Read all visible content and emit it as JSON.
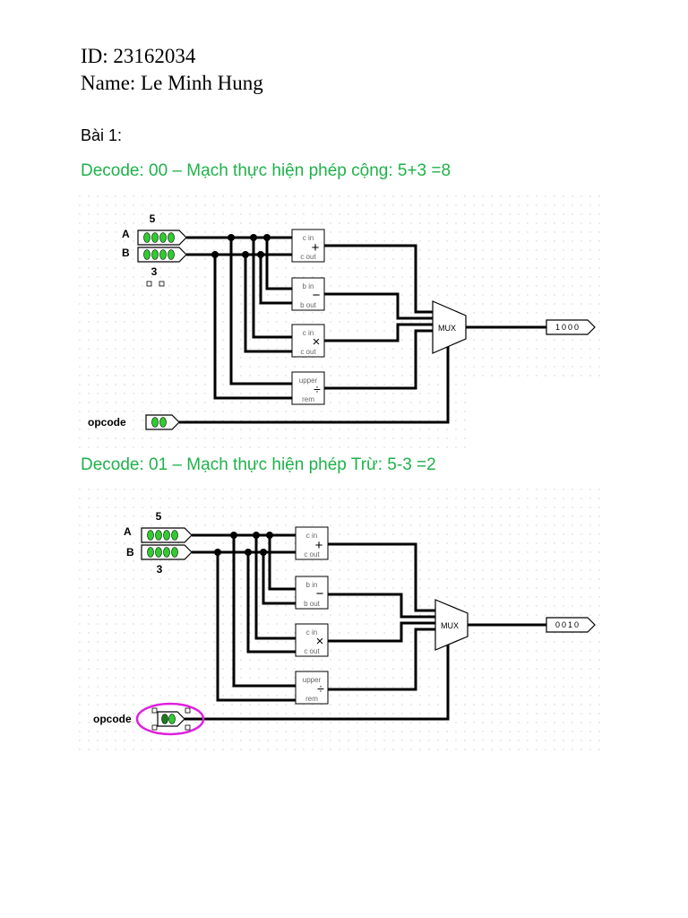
{
  "header": {
    "id_line": "ID: 23162034",
    "name_line": "Name: Le Minh Hung"
  },
  "exercise_title": "Bài 1:",
  "sections": [
    {
      "heading": "Decode: 00 – Mạch thực hiện phép cộng: 5+3 =8",
      "circuit": {
        "input_a_label": "A",
        "input_b_label": "B",
        "input_a_value": "5",
        "input_b_value": "3",
        "opcode_label": "opcode",
        "mux_label": "MUX",
        "output_value": "1000",
        "adder": {
          "top": "c in",
          "bottom": "c out",
          "symbol": "+"
        },
        "subtractor": {
          "top": "b in",
          "bottom": "b out",
          "symbol": "−"
        },
        "multiplier": {
          "top": "c in",
          "bottom": "c out",
          "symbol": "×"
        },
        "divider": {
          "top": "upper",
          "bottom": "rem",
          "symbol": "÷"
        }
      }
    },
    {
      "heading": "Decode: 01 – Mạch thực hiện phép Trừ: 5-3 =2",
      "circuit": {
        "input_a_label": "A",
        "input_b_label": "B",
        "input_a_value": "5",
        "input_b_value": "3",
        "opcode_label": "opcode",
        "mux_label": "MUX",
        "output_value": "0010",
        "adder": {
          "top": "c in",
          "bottom": "c out",
          "symbol": "+"
        },
        "subtractor": {
          "top": "b in",
          "bottom": "b out",
          "symbol": "−"
        },
        "multiplier": {
          "top": "c in",
          "bottom": "c out",
          "symbol": "×"
        },
        "divider": {
          "top": "upper",
          "bottom": "rem",
          "symbol": "÷"
        }
      }
    }
  ],
  "colors": {
    "heading": "#1fb24a",
    "bit_on": "#2ecc2e",
    "highlight": "#e020e0",
    "wire": "#000000"
  }
}
